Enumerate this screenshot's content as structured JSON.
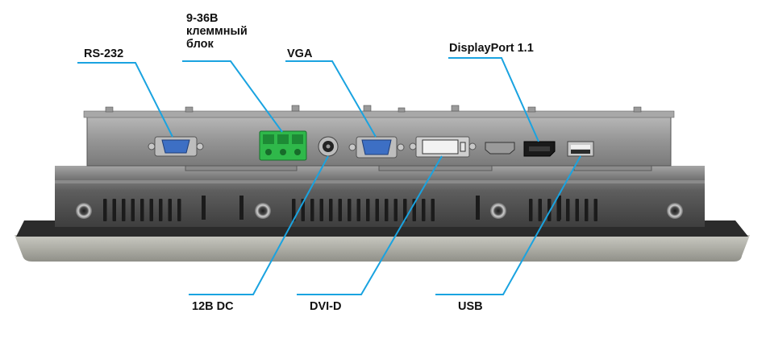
{
  "labels": {
    "rs232": "RS-232",
    "power_block": "9-36В\nклеммный\nблок",
    "vga": "VGA",
    "displayport": "DisplayPort 1.1",
    "dc12": "12В DC",
    "dvid": "DVI-D",
    "usb": "USB"
  },
  "colors": {
    "callout_line": "#1aa3e0",
    "terminal_block": "#2fb84a",
    "serial_port": "#3d6fc4",
    "panel_metal": "#8d8d8d",
    "chassis_dark": "#4a4a4a",
    "bezel": "#b5b5ae"
  },
  "icons": {
    "serial_connector": "db9-connector-icon",
    "terminal_block": "terminal-block-icon",
    "dc_jack": "dc-jack-icon",
    "vga_connector": "vga-connector-icon",
    "dvi_connector": "dvi-connector-icon",
    "hdmi_connector": "hdmi-connector-icon",
    "displayport_connector": "displayport-connector-icon",
    "usb_connector": "usb-connector-icon"
  }
}
